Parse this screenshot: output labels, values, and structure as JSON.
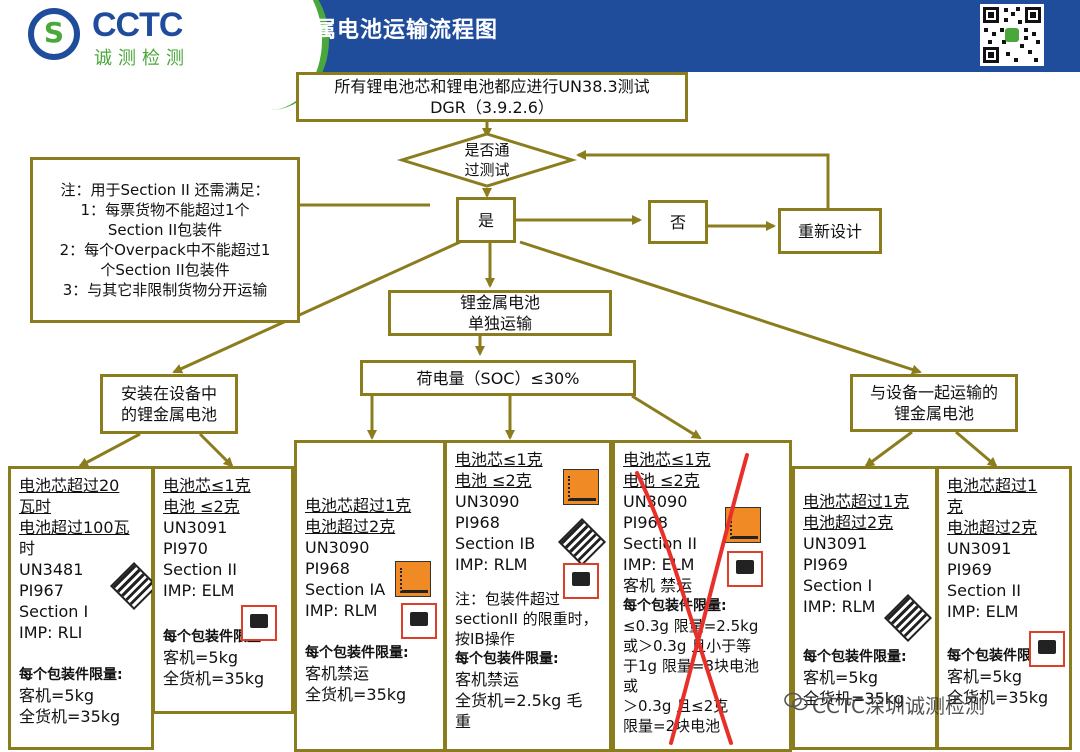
{
  "header": {
    "logo_text": "CCTC",
    "logo_sub": "诚测检测",
    "title": "锂金属电池运输流程图"
  },
  "flow": {
    "top": [
      "所有锂电池芯和锂电池都应进行UN38.3测试",
      "DGR（3.9.2.6）"
    ],
    "decision": [
      "是否通",
      "过测试"
    ],
    "yes": "是",
    "no": "否",
    "redesign": "重新设计",
    "note": [
      "注：用于Section II 还需满足：",
      "1：每票货物不能超过1个",
      "Section II包装件",
      "2：每个Overpack中不能超过1",
      "个Section II包装件",
      "3：与其它非限制货物分开运输"
    ],
    "standalone": [
      "锂金属电池",
      "单独运输"
    ],
    "in_equipment": [
      "安装在设备中",
      "的锂金属电池"
    ],
    "soc": "荷电量（SOC）≤30%",
    "with_equipment": [
      "与设备一起运输的",
      "锂金属电池"
    ]
  },
  "columns": {
    "c1": {
      "lines": [
        "电池芯超过20",
        "瓦时",
        "电池超过100瓦",
        "时",
        "UN3481",
        "PI967",
        "Section I",
        "IMP: RLI"
      ],
      "limit_title": "每个包装件限量:",
      "limits": [
        "客机=5kg",
        "全货机=35kg"
      ]
    },
    "c2": {
      "lines": [
        "电池芯≤1克",
        "电池 ≤2克",
        "UN3091",
        "PI970",
        "Section II",
        "IMP: ELM"
      ],
      "limit_title": "每个包装件限量:",
      "limits": [
        "客机=5kg",
        "全货机=35kg"
      ]
    },
    "c3": {
      "lines": [
        "电池芯超过1克",
        "电池超过2克",
        "UN3090",
        "PI968",
        "Section IA",
        "IMP: RLM"
      ],
      "limit_title": "每个包装件限量:",
      "limits": [
        "客机禁运",
        "全货机=35kg"
      ]
    },
    "c4": {
      "lines": [
        "电池芯≤1克",
        "电池 ≤2克",
        "UN3090",
        "PI968",
        "Section IB",
        "IMP: RLM"
      ],
      "note": [
        "注：包装件超过",
        "sectionII 的限重时，",
        "按IB操作"
      ],
      "limit_title": "每个包装件限量:",
      "limits": [
        "客机禁运",
        "全货机=2.5kg 毛",
        "重"
      ]
    },
    "c5": {
      "lines": [
        "电池芯≤1克",
        "电池 ≤2克",
        "UN3090",
        "PI968",
        "Section II",
        "IMP: ELM",
        "客机 禁运"
      ],
      "limit_title": "每个包装件限量:",
      "limits": [
        "≤0.3g 限量=2.5kg",
        "或＞0.3g 且小于等",
        "于1g 限量=8块电池",
        "或",
        "＞0.3g 且≤2克",
        "限量=2块电池"
      ]
    },
    "c6": {
      "lines": [
        "电池芯超过1克",
        "电池超过2克",
        "UN3091",
        "PI969",
        "Section I",
        "IMP: RLM"
      ],
      "limit_title": "每个包装件限量:",
      "limits": [
        "客机=5kg",
        "全货机=35kg"
      ]
    },
    "c7": {
      "lines": [
        "电池芯超过1",
        "克",
        "电池超过2克",
        "UN3091",
        "PI969",
        "Section II",
        "IMP: ELM"
      ],
      "limit_title": "每个包装件限量:",
      "limits": [
        "客机=5kg",
        "全货机=35kg"
      ]
    }
  },
  "watermark": "CCTC深圳诚测检测",
  "colors": {
    "header_blue": "#1f4d9c",
    "accent_green": "#4aa83a",
    "box_border": "#8b7d1e",
    "cross_red": "#e8302a"
  }
}
